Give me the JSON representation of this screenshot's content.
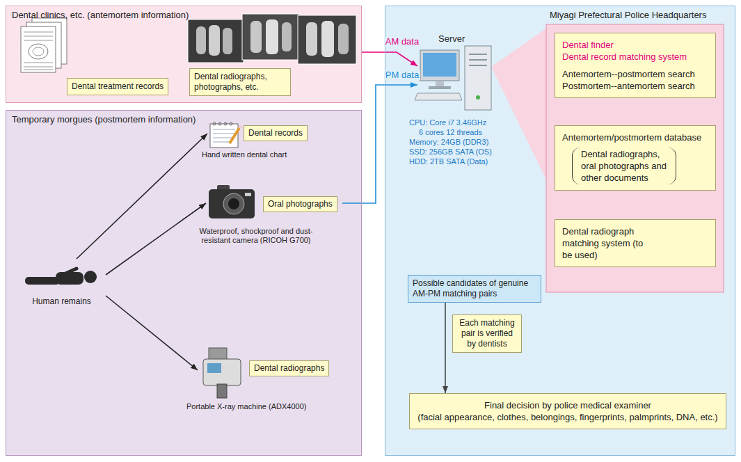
{
  "diagram": {
    "nodes": [
      {
        "text": [
          "Dental clinics, etc. (antemortem information)"
        ]
      },
      {
        "text": [
          "Dental treatment records"
        ],
        "in": 0
      },
      {
        "text": [
          "Dental radiographs, photographs, etc."
        ],
        "in": 0
      },
      {
        "text": [
          "Temporary morgues (postmortem information)"
        ]
      },
      {
        "text": [
          "Human remains"
        ],
        "in": 3
      },
      {
        "text": [
          "Dental records"
        ],
        "in": 3
      },
      {
        "text": [
          "Oral photographs"
        ],
        "in": 3
      },
      {
        "text": [
          "Dental radiographs"
        ],
        "in": 3
      },
      {
        "text": [
          "Miyagi Prefectural Police Headquarters"
        ]
      },
      {
        "text": [
          "Server"
        ],
        "in": 8
      },
      {
        "text": [
          "Dental finder",
          "Dental record matching system",
          "Antemortem--postmortem search",
          "Postmortem--antemortem search"
        ],
        "in": 8
      },
      {
        "text": [
          "Antemortem/postmortem database",
          "Dental radiographs, oral photographs and other documents"
        ],
        "in": 8
      },
      {
        "text": [
          "Dental radiograph matching system (to be used)"
        ],
        "in": 8
      },
      {
        "text": [
          "Possible candidates of genuine AM-PM matching pairs"
        ],
        "in": 8
      },
      {
        "text": [
          "Each matching pair is verified by dentists"
        ],
        "in": 8
      },
      {
        "text": [
          "Final decision by police medical examiner",
          "(facial appearance, clothes, belongings, fingerprints, palmprints, DNA, etc.)"
        ],
        "in": 8
      }
    ],
    "edges": [
      {
        "from": 0,
        "to": 9,
        "arrow": "to",
        "label": "AM data"
      },
      {
        "from": 6,
        "to": 9,
        "arrow": "to",
        "label": "PM data"
      },
      {
        "from": 4,
        "to": 5,
        "arrow": "to"
      },
      {
        "from": 4,
        "to": 6,
        "arrow": "to"
      },
      {
        "from": 4,
        "to": 7,
        "arrow": "to"
      },
      {
        "from": 13,
        "to": 15,
        "arrow": "to"
      }
    ],
    "labels": [
      "Hand written dental chart",
      "Waterproof, shockproof and dust-resistant camera (RICOH G700)",
      "Portable X-ray machine (ADX4000)",
      "CPU: Core i7 3.46GHz",
      "6 cores 12 threads",
      "Memory: 24GB (DDR3)",
      "SSD: 256GB SATA (OS)",
      "HDD: 2TB SATA (Data)"
    ]
  }
}
